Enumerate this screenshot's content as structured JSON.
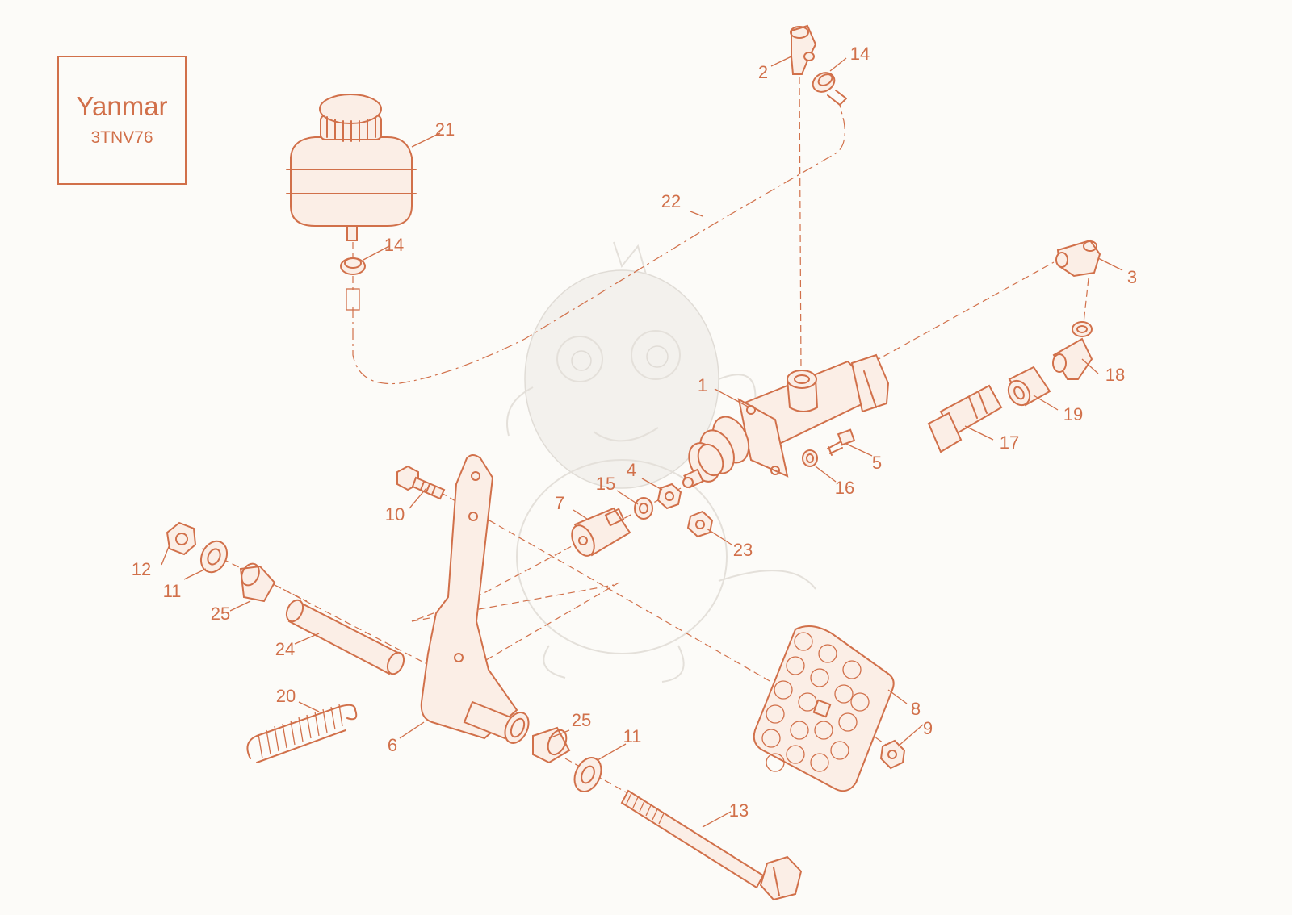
{
  "title_block": {
    "brand": "Yanmar",
    "model": "3TNV76"
  },
  "callouts": [
    {
      "id": "c1",
      "text": "1"
    },
    {
      "id": "c2",
      "text": "2"
    },
    {
      "id": "c3",
      "text": "3"
    },
    {
      "id": "c4",
      "text": "4"
    },
    {
      "id": "c5",
      "text": "5"
    },
    {
      "id": "c6",
      "text": "6"
    },
    {
      "id": "c7",
      "text": "7"
    },
    {
      "id": "c8",
      "text": "8"
    },
    {
      "id": "c9",
      "text": "9"
    },
    {
      "id": "c10",
      "text": "10"
    },
    {
      "id": "c11a",
      "text": "11"
    },
    {
      "id": "c11b",
      "text": "11"
    },
    {
      "id": "c12",
      "text": "12"
    },
    {
      "id": "c13",
      "text": "13"
    },
    {
      "id": "c14a",
      "text": "14"
    },
    {
      "id": "c14b",
      "text": "14"
    },
    {
      "id": "c15",
      "text": "15"
    },
    {
      "id": "c16",
      "text": "16"
    },
    {
      "id": "c17",
      "text": "17"
    },
    {
      "id": "c18",
      "text": "18"
    },
    {
      "id": "c19",
      "text": "19"
    },
    {
      "id": "c20",
      "text": "20"
    },
    {
      "id": "c21",
      "text": "21"
    },
    {
      "id": "c22",
      "text": "22"
    },
    {
      "id": "c23",
      "text": "23"
    },
    {
      "id": "c24",
      "text": "24"
    },
    {
      "id": "c25a",
      "text": "25"
    },
    {
      "id": "c25b",
      "text": "25"
    }
  ],
  "colors": {
    "line": "#d1704a",
    "background": "#fcfbf8",
    "watermark": "#e4e0da"
  },
  "watermark": "dragon-mascot-illustration"
}
